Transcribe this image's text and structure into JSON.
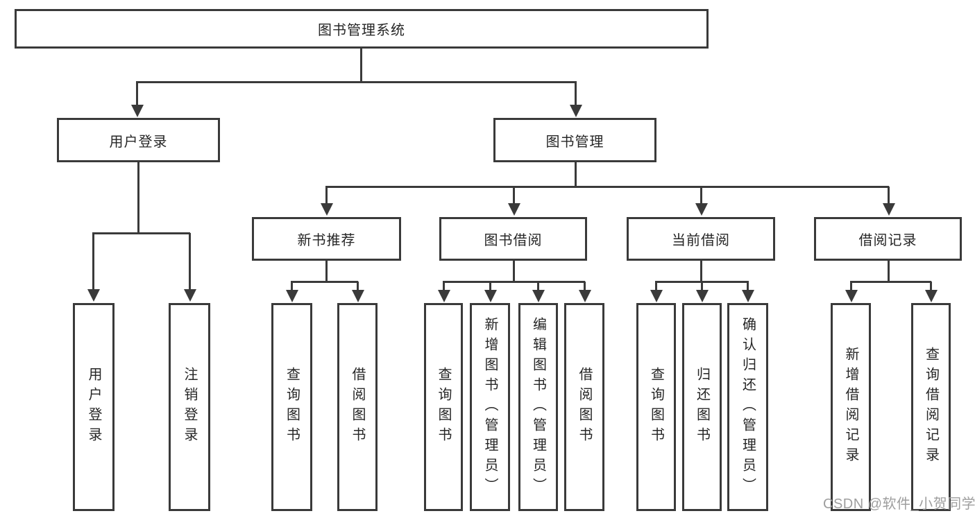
{
  "tree": {
    "root": {
      "label": "图书管理系统"
    },
    "level2": [
      {
        "label": "用户登录",
        "leaves": [
          {
            "label": "用户登录"
          },
          {
            "label": "注销登录"
          }
        ]
      },
      {
        "label": "图书管理",
        "groups": [
          {
            "label": "新书推荐",
            "leaves": [
              {
                "label": "查询图书"
              },
              {
                "label": "借阅图书"
              }
            ]
          },
          {
            "label": "图书借阅",
            "leaves": [
              {
                "label": "查询图书"
              },
              {
                "label": "新增图书（管理员）"
              },
              {
                "label": "编辑图书（管理员）"
              },
              {
                "label": "借阅图书"
              }
            ]
          },
          {
            "label": "当前借阅",
            "leaves": [
              {
                "label": "查询图书"
              },
              {
                "label": "归还图书"
              },
              {
                "label": "确认归还（管理员）"
              }
            ]
          },
          {
            "label": "借阅记录",
            "leaves": [
              {
                "label": "新增借阅记录"
              },
              {
                "label": "查询借阅记录"
              }
            ]
          }
        ]
      }
    ]
  },
  "watermark": {
    "text": "CSDN @软件_小贺同学"
  },
  "colors": {
    "line": "#3a3a3a",
    "text": "#262626",
    "watermark": "#9e9e9e",
    "background": "#ffffff"
  }
}
